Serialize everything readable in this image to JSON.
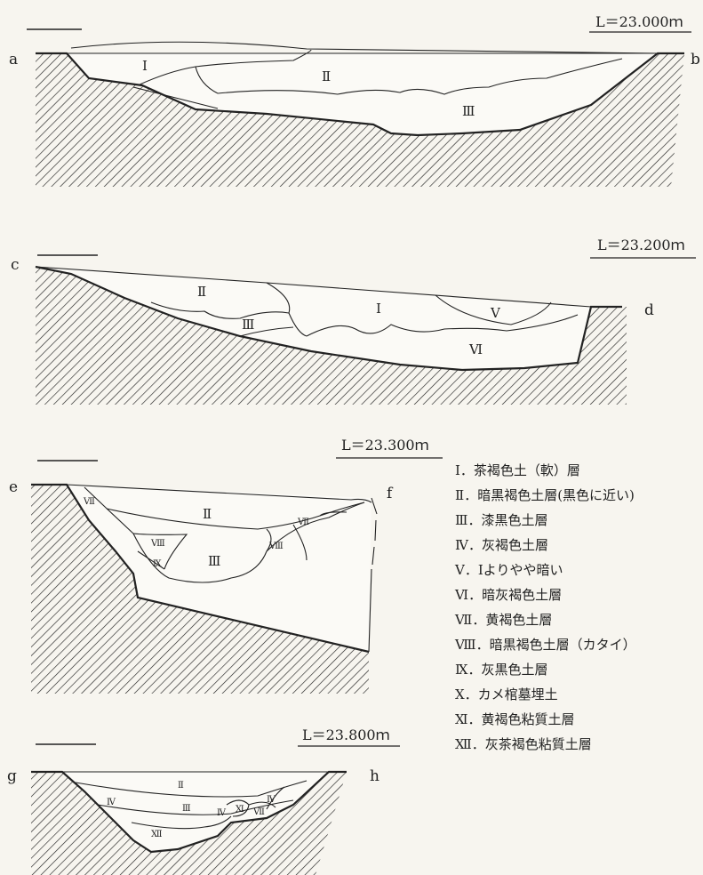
{
  "sections": [
    {
      "id": "ab",
      "left_point": "a",
      "right_point": "b",
      "level": "L＝23.000ｍ",
      "layers": [
        "Ⅰ",
        "Ⅱ",
        "Ⅲ"
      ]
    },
    {
      "id": "cd",
      "left_point": "c",
      "right_point": "d",
      "level": "L＝23.200ｍ",
      "layers": [
        "Ⅱ",
        "Ⅲ",
        "Ⅰ",
        "Ⅴ",
        "Ⅵ"
      ]
    },
    {
      "id": "ef",
      "left_point": "e",
      "right_point": "f",
      "level": "L＝23.300ｍ",
      "layers": [
        "Ⅶ",
        "Ⅱ",
        "Ⅶ",
        "Ⅷ",
        "Ⅸ",
        "Ⅲ",
        "Ⅷ"
      ]
    },
    {
      "id": "gh",
      "left_point": "g",
      "right_point": "h",
      "level": "L＝23.800ｍ",
      "layers": [
        "Ⅱ",
        "Ⅳ",
        "Ⅲ",
        "Ⅳ",
        "Ⅺ",
        "Ⅶ",
        "Ⅳ",
        "Ⅻ"
      ]
    }
  ],
  "legend": [
    "Ⅰ．茶褐色土（軟）層",
    "Ⅱ．暗黒褐色土層(黒色に近い)",
    "Ⅲ．漆黒色土層",
    "Ⅳ．灰褐色土層",
    "Ⅴ．Ⅰよりやや暗い",
    "Ⅵ．暗灰褐色土層",
    "Ⅶ．黄褐色土層",
    "Ⅷ．暗黒褐色土層（カタイ）",
    "Ⅸ．灰黒色土層",
    "Ⅹ．カメ棺墓埋土",
    "Ⅺ．黄褐色粘質土層",
    "Ⅻ．灰茶褐色粘質土層"
  ]
}
